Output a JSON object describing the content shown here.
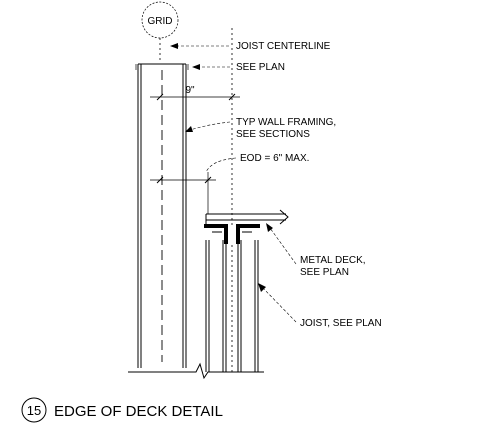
{
  "grid": {
    "label": "GRID"
  },
  "notes": {
    "joist_centerline": "JOIST CENTERLINE",
    "see_plan": "SEE PLAN",
    "dimension_9": "9\"",
    "wall_framing_1": "TYP WALL FRAMING,",
    "wall_framing_2": "SEE SECTIONS",
    "eod": "EOD = 6\" MAX.",
    "metal_deck_1": "METAL DECK,",
    "metal_deck_2": "SEE PLAN",
    "joist": "JOIST, SEE PLAN"
  },
  "title": {
    "number": "15",
    "text": "EDGE OF DECK DETAIL"
  }
}
